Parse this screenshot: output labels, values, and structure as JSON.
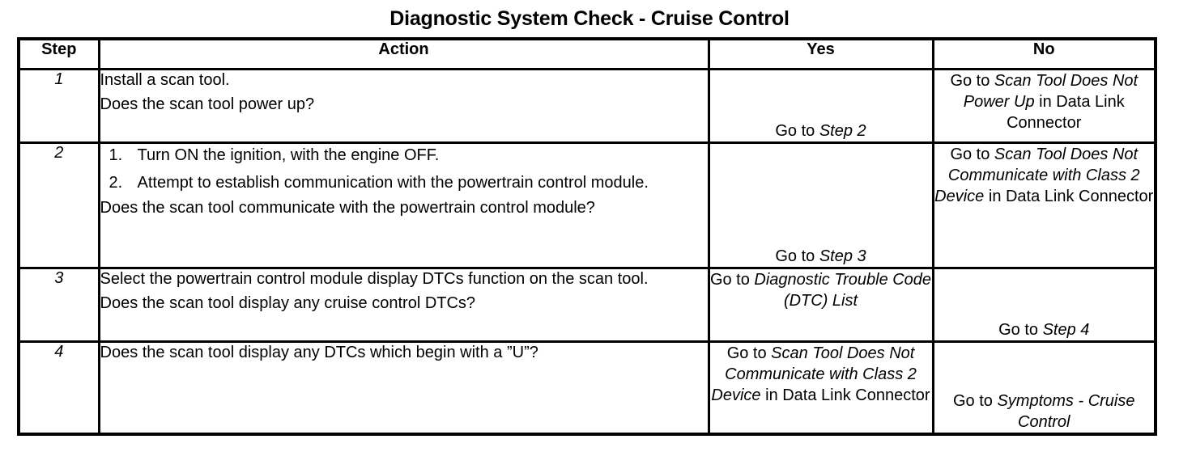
{
  "document": {
    "title": "Diagnostic System Check - Cruise Control"
  },
  "table": {
    "headers": {
      "step": "Step",
      "action": "Action",
      "yes": "Yes",
      "no": "No"
    },
    "rows": [
      {
        "step": "1",
        "action_paragraphs": [
          "Install a scan tool.",
          "Does the scan tool power up?"
        ],
        "yes": {
          "plain_1": "Go to ",
          "ref_1": "Step 2",
          "plain_2": ""
        },
        "no": {
          "plain_1": "Go to ",
          "ref_1": "Scan Tool Does Not Power Up",
          "plain_2": " in Data Link Connector"
        }
      },
      {
        "step": "2",
        "numbered_items": [
          {
            "num": "1.",
            "text": "Turn ON the ignition, with the engine OFF."
          },
          {
            "num": "2.",
            "text": "Attempt to establish communication with the powertrain control module."
          }
        ],
        "action_paragraphs": [
          "Does the scan tool communicate with the powertrain control module?"
        ],
        "yes": {
          "plain_1": "Go to ",
          "ref_1": "Step 3",
          "plain_2": ""
        },
        "no": {
          "plain_1": "Go to ",
          "ref_1": "Scan Tool Does Not Communicate with Class 2 Device",
          "plain_2": " in Data Link Connector"
        }
      },
      {
        "step": "3",
        "action_paragraphs": [
          "Select the powertrain control module display DTCs function on the scan tool.",
          "Does the scan tool display any cruise control DTCs?"
        ],
        "yes": {
          "plain_1": "Go to ",
          "ref_1": "Diagnostic Trouble Code (DTC) List",
          "plain_2": ""
        },
        "no": {
          "plain_1": "Go to ",
          "ref_1": "Step 4",
          "plain_2": ""
        }
      },
      {
        "step": "4",
        "action_paragraphs": [
          "Does the scan tool display any DTCs which begin with a ”U”?"
        ],
        "yes": {
          "plain_1": "Go to ",
          "ref_1": "Scan Tool Does Not Communicate with Class 2 Device",
          "plain_2": " in Data Link Connector"
        },
        "no": {
          "plain_1": "Go to ",
          "ref_1": "Symptoms - Cruise Control",
          "plain_2": ""
        }
      }
    ]
  }
}
